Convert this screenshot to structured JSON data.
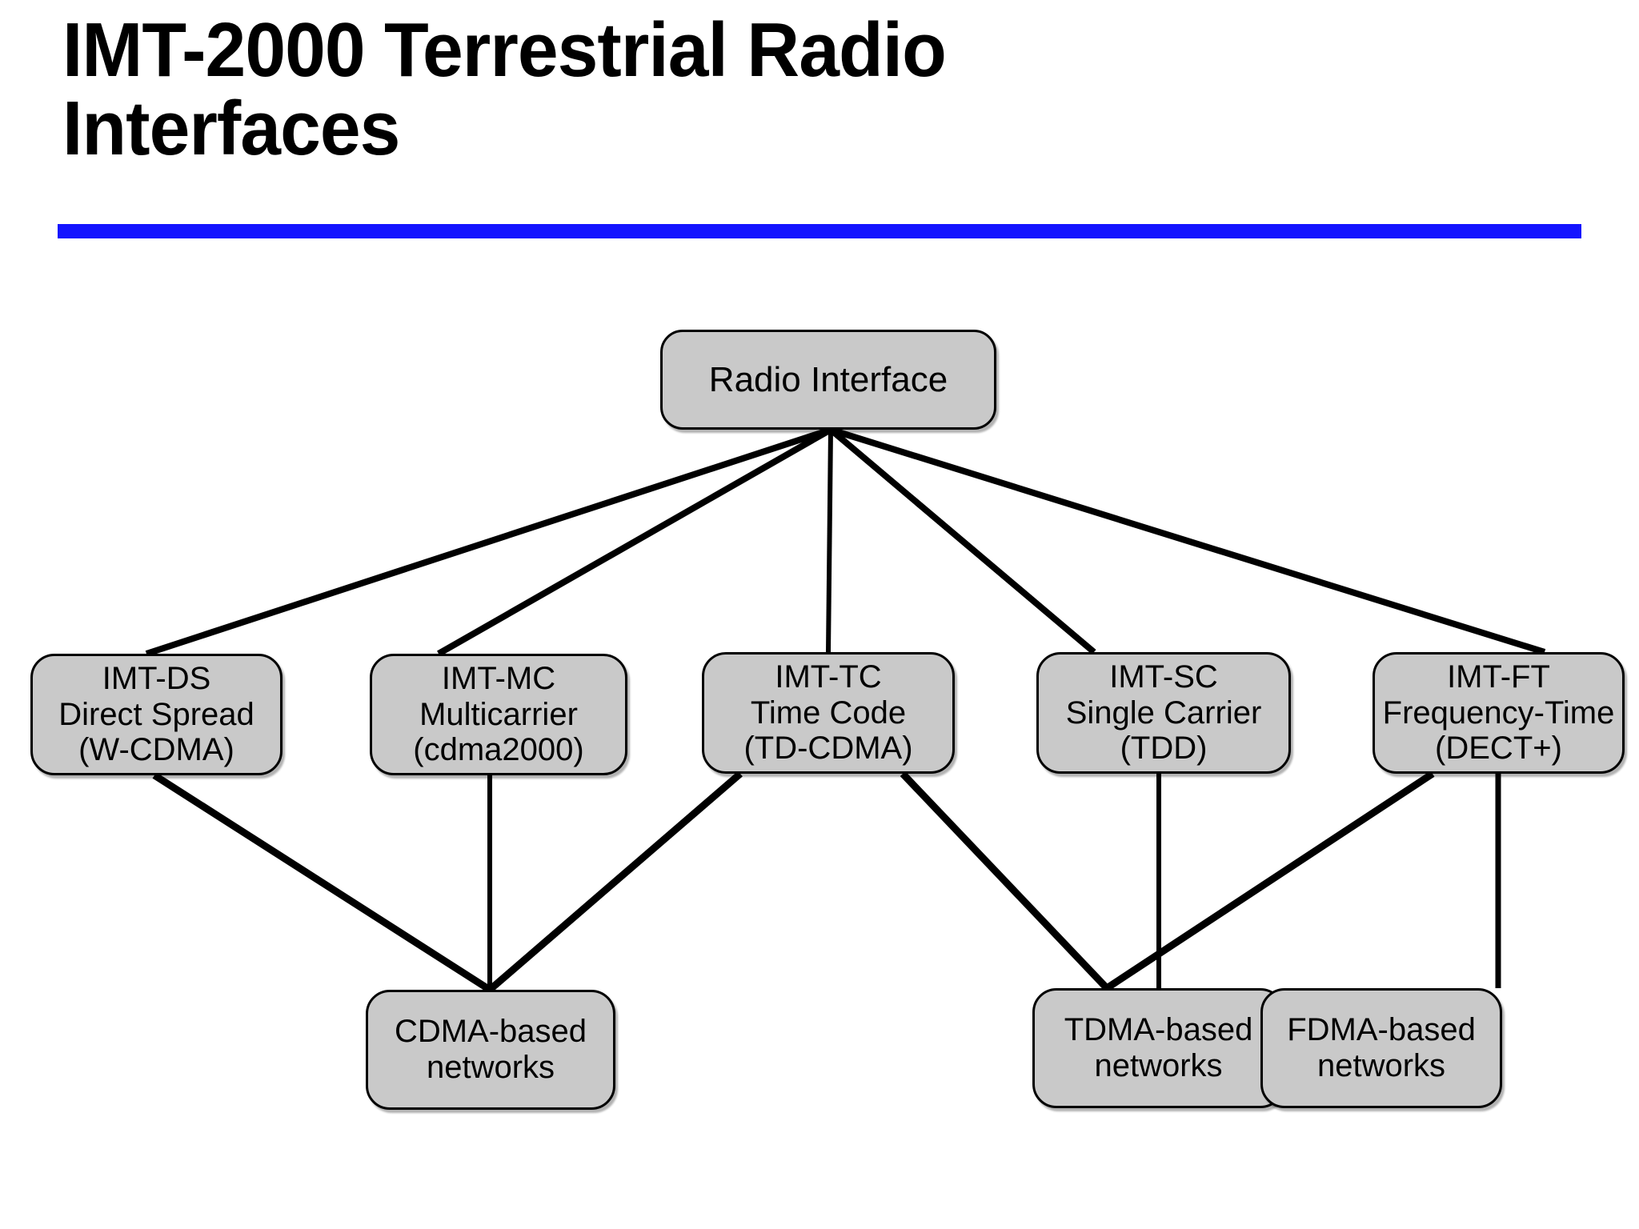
{
  "slide": {
    "title": "IMT-2000 Terrestrial Radio Interfaces",
    "accent_color": "#1414ff",
    "node_fill_color": "#c9c9c9",
    "node_border_color": "#000000",
    "background_color": "#ffffff"
  },
  "diagram": {
    "type": "tree",
    "root": {
      "id": "radio-interface",
      "label": "Radio Interface"
    },
    "interfaces": [
      {
        "id": "imt-ds",
        "line1": "IMT-DS",
        "line2": "Direct Spread",
        "line3": "(W-CDMA)"
      },
      {
        "id": "imt-mc",
        "line1": "IMT-MC",
        "line2": "Multicarrier",
        "line3": "(cdma2000)"
      },
      {
        "id": "imt-tc",
        "line1": "IMT-TC",
        "line2": "Time Code",
        "line3": "(TD-CDMA)"
      },
      {
        "id": "imt-sc",
        "line1": "IMT-SC",
        "line2": "Single Carrier",
        "line3": "(TDD)"
      },
      {
        "id": "imt-ft",
        "line1": "IMT-FT",
        "line2": "Frequency-Time",
        "line3": "(DECT+)"
      }
    ],
    "network_families": [
      {
        "id": "cdma-networks",
        "line1": "CDMA-based",
        "line2": "networks"
      },
      {
        "id": "tdma-networks",
        "line1": "TDMA-based",
        "line2": "networks"
      },
      {
        "id": "fdma-networks",
        "line1": "FDMA-based",
        "line2": "networks"
      }
    ],
    "edges": [
      {
        "from": "radio-interface",
        "to": "imt-ds"
      },
      {
        "from": "radio-interface",
        "to": "imt-mc"
      },
      {
        "from": "radio-interface",
        "to": "imt-tc"
      },
      {
        "from": "radio-interface",
        "to": "imt-sc"
      },
      {
        "from": "radio-interface",
        "to": "imt-ft"
      },
      {
        "from": "imt-ds",
        "to": "cdma-networks"
      },
      {
        "from": "imt-mc",
        "to": "cdma-networks"
      },
      {
        "from": "imt-tc",
        "to": "cdma-networks"
      },
      {
        "from": "imt-tc",
        "to": "tdma-networks"
      },
      {
        "from": "imt-sc",
        "to": "tdma-networks"
      },
      {
        "from": "imt-ft",
        "to": "tdma-networks"
      },
      {
        "from": "imt-ft",
        "to": "fdma-networks"
      }
    ]
  }
}
